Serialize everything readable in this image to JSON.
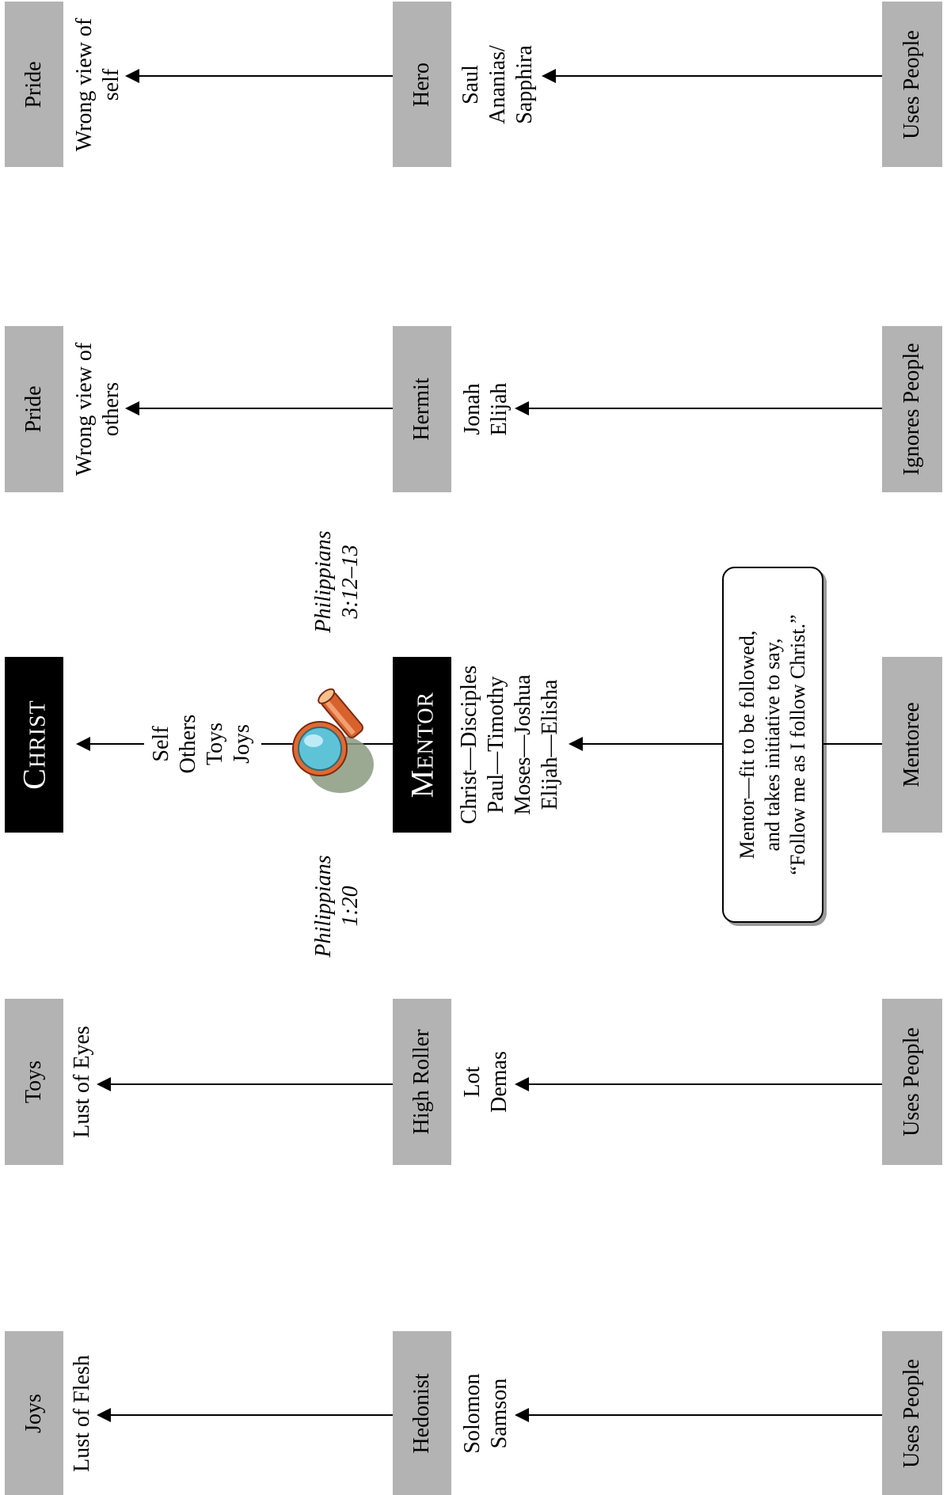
{
  "columns": {
    "pride_self": {
      "top": "Pride",
      "top_sub": "Wrong view of\nself",
      "middle": "Hero",
      "middle_examples": "Saul\nAnanias/\nSapphira",
      "bottom": "Uses People"
    },
    "pride_others": {
      "top": "Pride",
      "top_sub": "Wrong view of\nothers",
      "middle": "Hermit",
      "middle_examples": "Jonah\nElijah",
      "bottom": "Ignores People"
    },
    "center": {
      "top": "Christ",
      "top_sub": "Self\nOthers\nToys\nJoys",
      "middle": "Mentor",
      "middle_examples": "Christ—Disciples\nPaul—Timothy\nMoses—Joshua\nElijah—Elisha",
      "bottom": "Mentoree",
      "verse_right": "Philippians\n3:12–13",
      "verse_left": "Philippians\n1:20",
      "callout": "Mentor—fit to be followed,\nand takes initiative to say,\n“Follow me as I follow Christ.”",
      "icon": "magnifying-glass-icon"
    },
    "toys": {
      "top": "Toys",
      "top_sub": "Lust of Eyes",
      "middle": "High Roller",
      "middle_examples": "Lot\nDemas",
      "bottom": "Uses People"
    },
    "joys": {
      "top": "Joys",
      "top_sub": "Lust of Flesh",
      "middle": "Hedonist",
      "middle_examples": "Solomon\nSamson",
      "bottom": "Uses People"
    }
  },
  "colors": {
    "gray_box": "#b3b3b3",
    "black_box": "#000000",
    "icon_lens": "#5fc3d8",
    "icon_handle": "#d8622e"
  }
}
